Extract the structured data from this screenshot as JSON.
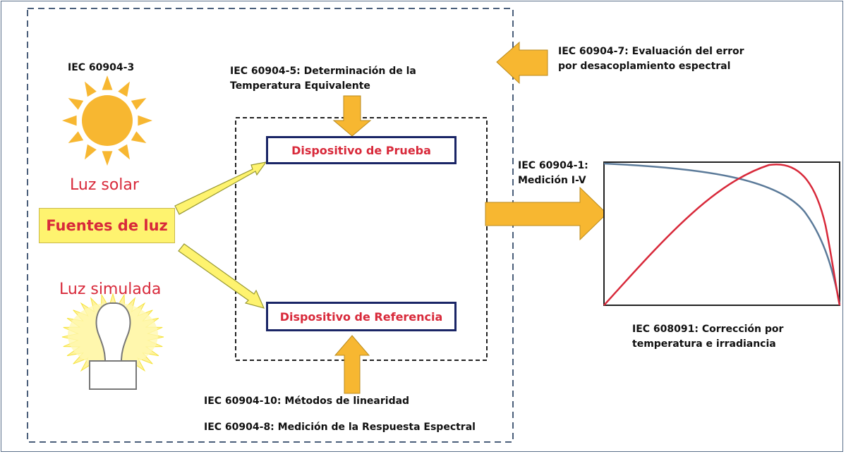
{
  "light_sources": {
    "standard_label": "IEC 60904-3",
    "solar_label": "Luz solar",
    "simulated_label": "Luz simulada",
    "sources_box_label": "Fuentes de luz"
  },
  "devices": {
    "test_device": "Dispositivo de Prueba",
    "reference_device": "Dispositivo de Referencia"
  },
  "standards": {
    "equivalent_temp_line1": "IEC 60904-5: Determinación de la",
    "equivalent_temp_line2": "Temperatura Equivalente",
    "spectral_mismatch_line1": "IEC 60904-7: Evaluación del error",
    "spectral_mismatch_line2": "por desacoplamiento espectral",
    "iv_measure_line1": "IEC 60904-1:",
    "iv_measure_line2": "Medición I-V",
    "correction_line1": "IEC 608091: Corrección por",
    "correction_line2": "temperatura e irradiancia",
    "linearity": "IEC 60904-10: Métodos de linearidad",
    "spectral_response": "IEC 60904-8: Medición de la Respuesta Espectral"
  },
  "colors": {
    "arrow_orange": "#f7b731",
    "arrow_yellow": "#fef36f",
    "box_border": "#1a2566",
    "accent_red": "#d8293a",
    "iv_curve": "#5b7a99",
    "power_curve": "#d8293a",
    "sun": "#f7b731"
  },
  "icons": [
    "sun-icon",
    "lamp-icon"
  ]
}
